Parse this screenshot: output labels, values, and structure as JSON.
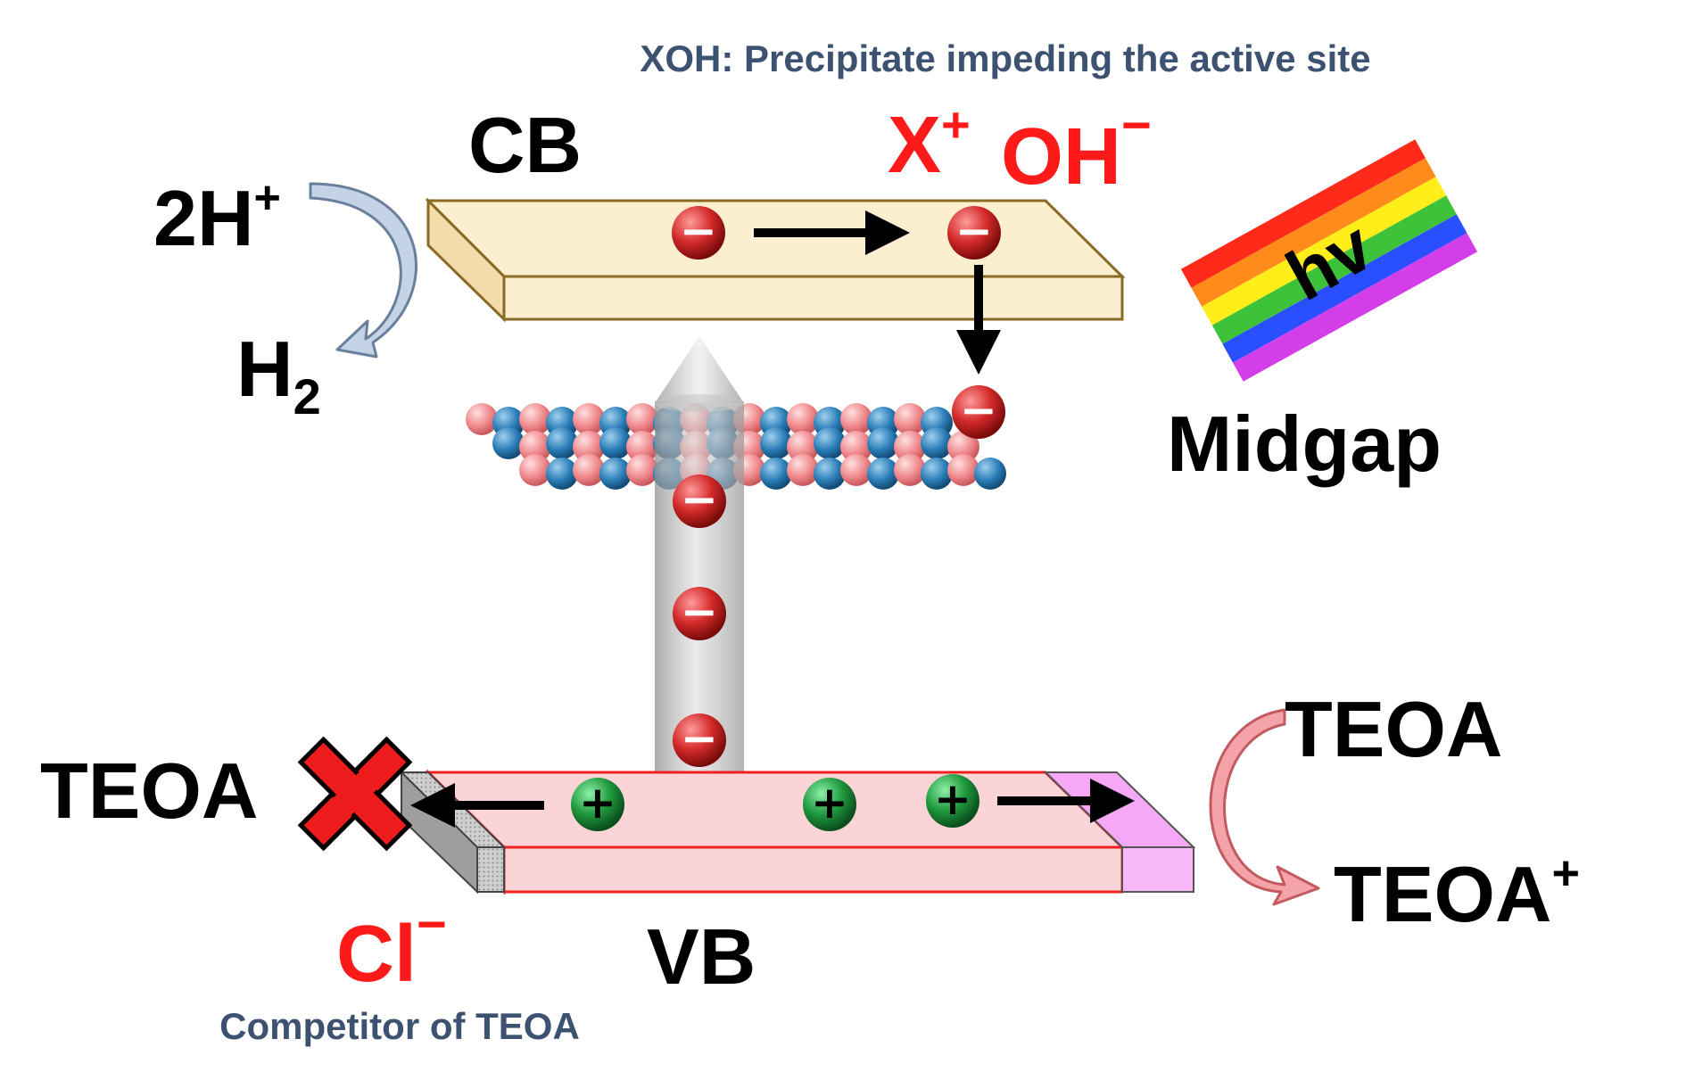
{
  "caption_top": "XOH: Precipitate impeding the active site",
  "caption_bottom": "Competitor of TEOA",
  "cb_label": "CB",
  "vb_label": "VB",
  "midgap_label": "Midgap",
  "light_label": "hv",
  "species": {
    "proton": "2H",
    "proton_sup": "+",
    "hydrogen": "H",
    "hydrogen_sub": "2",
    "cation": "X",
    "cation_sup": "+",
    "hydroxide": "OH",
    "hydroxide_sup": "−",
    "chloride": "Cl",
    "chloride_sup": "−",
    "teoa_left": "TEOA",
    "teoa_right": "TEOA",
    "teoa_oxidized": "TEOA",
    "teoa_oxidized_sup": "+"
  },
  "charges": {
    "electron": "−",
    "hole": "+"
  },
  "colors": {
    "cb_fill": "#fbefcf",
    "vb_fill": "#fbcfd2",
    "electron": "#d42a2a",
    "hole": "#1f8a3a",
    "red_label": "#ff1a1a",
    "caption": "#3c5270",
    "cross": "#ee1c1c"
  }
}
